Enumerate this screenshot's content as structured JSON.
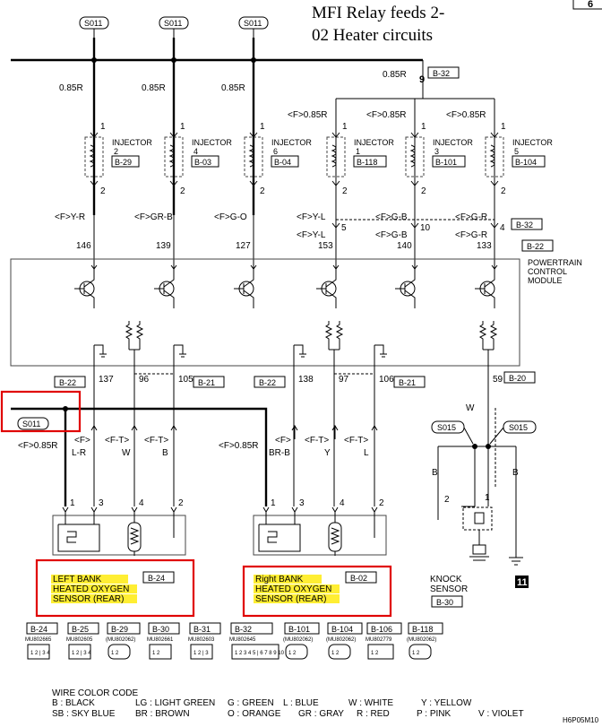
{
  "annotation": {
    "line1": "MFI Relay feeds 2-",
    "line2": "02 Heater circuits"
  },
  "corner_mark": "6",
  "drawing_number": "H6P05M10",
  "splice": "S011",
  "top_wire": {
    "size": "0.85R",
    "terminal": "9",
    "connector": "B-32"
  },
  "top_feeds": [
    "0.85R",
    "0.85R",
    "0.85R"
  ],
  "injectors": [
    {
      "label": "INJECTOR",
      "number": "2",
      "connector": "B-29",
      "feed": "",
      "pin_in": "1",
      "pin_out": "2",
      "wire": "<F>Y-R",
      "ecm_pin": "146",
      "relay_pin": "",
      "relay_wire": ""
    },
    {
      "label": "INJECTOR",
      "number": "4",
      "connector": "B-03",
      "feed": "",
      "pin_in": "1",
      "pin_out": "2",
      "wire": "<F>GR-B",
      "ecm_pin": "139",
      "relay_pin": "",
      "relay_wire": ""
    },
    {
      "label": "INJECTOR",
      "number": "6",
      "connector": "B-04",
      "feed": "",
      "pin_in": "1",
      "pin_out": "2",
      "wire": "<F>G-O",
      "ecm_pin": "127",
      "relay_pin": "",
      "relay_wire": ""
    },
    {
      "label": "INJECTOR",
      "number": "1",
      "connector": "B-118",
      "feed": "<F>0.85R",
      "pin_in": "1",
      "pin_out": "2",
      "wire": "<F>Y-L",
      "ecm_pin": "153",
      "relay_pin": "5",
      "relay_wire": "<F>Y-L"
    },
    {
      "label": "INJECTOR",
      "number": "3",
      "connector": "B-101",
      "feed": "<F>0.85R",
      "pin_in": "1",
      "pin_out": "2",
      "wire": "<F>G-B",
      "ecm_pin": "140",
      "relay_pin": "10",
      "relay_wire": "<F>G-B"
    },
    {
      "label": "INJECTOR",
      "number": "5",
      "connector": "B-104",
      "feed": "<F>0.85R",
      "pin_in": "1",
      "pin_out": "2",
      "wire": "<F>G-R",
      "ecm_pin": "133",
      "relay_pin": "4",
      "relay_wire": "<F>G-R"
    }
  ],
  "mid_connector_a": "B-32",
  "mid_connector_b": "B-22",
  "pcm": {
    "line1": "POWERTRAIN",
    "line2": "CONTROL",
    "line3": "MODULE"
  },
  "lower_pins": [
    {
      "connector": "B-22",
      "pin": "137"
    },
    {
      "connector": "",
      "pin": "96"
    },
    {
      "connector": "B-21",
      "pin": "105"
    },
    {
      "connector": "B-22",
      "pin": "138"
    },
    {
      "connector": "",
      "pin": "97"
    },
    {
      "connector": "B-21",
      "pin": "106"
    },
    {
      "connector": "B-20",
      "pin": "59"
    }
  ],
  "left_sensor": {
    "feed": "<F>0.85R",
    "wires": [
      "<F>",
      "L-R",
      "<F-T>",
      "W",
      "<F-T>",
      "B"
    ],
    "pins": [
      "1",
      "3",
      "4",
      "2"
    ],
    "name1": "LEFT BANK",
    "name2": "HEATED OXYGEN",
    "name3": "SENSOR (REAR)",
    "connector": "B-24"
  },
  "right_sensor": {
    "feed": "<F>0.85R",
    "wires": [
      "<F>",
      "BR-B",
      "<F-T>",
      "Y",
      "<F-T>",
      "L"
    ],
    "pins": [
      "1",
      "3",
      "4",
      "2"
    ],
    "name1": "Right BANK",
    "name2": "HEATED OXYGEN",
    "name3": "SENSOR (REAR)",
    "connector": "B-02"
  },
  "knock": {
    "splice": "S015",
    "wire_top": "W",
    "wire_left": "B",
    "wire_right": "B",
    "pins": [
      "2",
      "1"
    ],
    "name1": "KNOCK",
    "name2": "SENSOR",
    "connector": "B-30",
    "ground": "11"
  },
  "connector_legend": [
    {
      "code": "B-24",
      "part": "MU802665",
      "pins": "1 2 | 3 4"
    },
    {
      "code": "B-25",
      "part": "MU802605",
      "pins": "1 2 | 3 4"
    },
    {
      "code": "B-29",
      "part": "(MU802062)",
      "pins": "1 2"
    },
    {
      "code": "B-30",
      "part": "MU802661",
      "pins": "1 2"
    },
    {
      "code": "B-31",
      "part": "MU802603",
      "pins": "1 2 | 3"
    },
    {
      "code": "B-32",
      "part": "MU802645",
      "pins": "1 2 3 4 5 | 6 7 8 9 10"
    },
    {
      "code": "B-101",
      "part": "(MU802062)",
      "pins": "1 2"
    },
    {
      "code": "B-104",
      "part": "(MU802062)",
      "pins": "1 2"
    },
    {
      "code": "B-106",
      "part": "MU802779",
      "pins": "1 2"
    },
    {
      "code": "B-118",
      "part": "(MU802062)",
      "pins": "1 2"
    }
  ],
  "color_code": {
    "title": "WIRE COLOR CODE",
    "row1": [
      "B : BLACK",
      "LG : LIGHT GREEN",
      "G : GREEN",
      "L : BLUE",
      "W : WHITE",
      "Y : YELLOW"
    ],
    "row2": [
      "SB : SKY BLUE",
      "BR : BROWN",
      "O : ORANGE",
      "GR : GRAY",
      "R : RED",
      "P : PINK",
      "V : VIOLET"
    ]
  },
  "colors": {
    "highlight": "#ffee33",
    "annotation_box": "#e00000"
  }
}
